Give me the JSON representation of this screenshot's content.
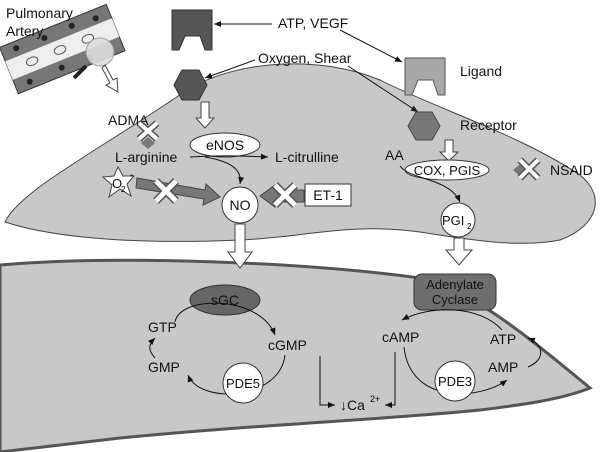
{
  "labels": {
    "pulmonary": "Pulmonary",
    "artery": "Artery",
    "atp_vegf": "ATP, VEGF",
    "oxygen_shear": "Oxygen, Shear",
    "ligand": "Ligand",
    "receptor": "Receptor",
    "adma": "ADMA",
    "enos": "eNOS",
    "l_arginine": "L-arginine",
    "l_citrulline": "L-citrulline",
    "o2": "O",
    "o2_sub": "2",
    "o2_sup": "-",
    "no": "NO",
    "et1": "ET-1",
    "aa": "AA",
    "cox_pgis": "COX, PGIS",
    "nsaid": "NSAID",
    "pgi": "PGI",
    "pgi_sub": "2",
    "sgc": "sGC",
    "gtp": "GTP",
    "cgmp": "cGMP",
    "gmp": "GMP",
    "pde5": "PDE5",
    "ca": "↓Ca",
    "ca_sup": "2+",
    "adenylate": "Adenylate",
    "cyclase": "Cyclase",
    "camp": "cAMP",
    "atp": "ATP",
    "amp": "AMP",
    "pde3": "PDE3"
  },
  "colors": {
    "cell": "#c8c8c8",
    "dark": "#555555",
    "medium": "#7a7a7a",
    "light_ligand": "#a8a8a8"
  }
}
